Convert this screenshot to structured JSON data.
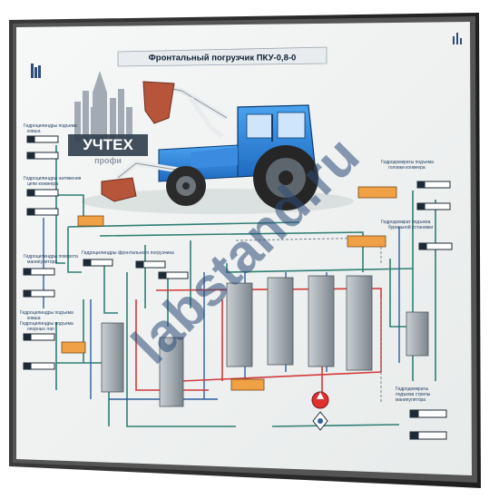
{
  "panel": {
    "title": "Фронтальный погрузчик ПКУ-0,8-0"
  },
  "logo": {
    "name": "УЧТЕХ",
    "sub": "профи"
  },
  "watermark": {
    "lines": [
      "labstand.ru"
    ]
  },
  "labels_left": [
    [
      "Гидроцилиндры подъема",
      "ковша"
    ],
    [
      "Гидроцилиндры натяжения",
      "цепи конвеера"
    ],
    [
      "Гидроцилиндры поворота",
      "манипулятора"
    ],
    [
      "Гидроцилиндры подъема",
      "ковша"
    ],
    [
      "Гидроцилиндры подъема",
      "опорных лап"
    ]
  ],
  "labels_center": [
    [
      "Гидроцилиндры фронтального погрузчика"
    ]
  ],
  "labels_right": [
    [
      "Гидродомкраты подъема",
      "головки конвеера"
    ],
    [
      "Гидродомкрат подъема",
      "бурильной установки"
    ],
    [
      "Гидродомкраты",
      "подъема стрелы",
      "манипулятора"
    ]
  ],
  "colors": {
    "background": "#ffffff",
    "frame": "#2c2c2c",
    "panel": "#f2f4f2",
    "line_green": "#2f7f74",
    "line_blue": "#2e5f9e",
    "line_red": "#d23a3a",
    "valve": "#9ea6ad",
    "orange": "#f0a045",
    "tractor_blue": "#2b7fd6",
    "bucket": "#b6553a",
    "watermark": "#2d4d79"
  }
}
